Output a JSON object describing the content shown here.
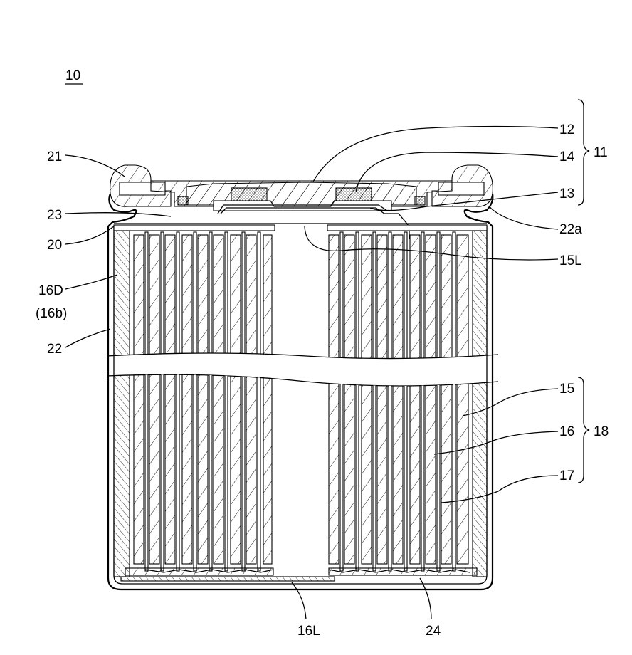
{
  "figure_ref": "10",
  "labels": {
    "l12": "12",
    "l14": "14",
    "l11": "11",
    "l13": "13",
    "l21": "21",
    "l23": "23",
    "l20": "20",
    "l22a": "22a",
    "l15L": "15L",
    "l16D": "16D",
    "l16b": "(16b)",
    "l22": "22",
    "l15": "15",
    "l16": "16",
    "l18": "18",
    "l17": "17",
    "l16L": "16L",
    "l24": "24"
  }
}
